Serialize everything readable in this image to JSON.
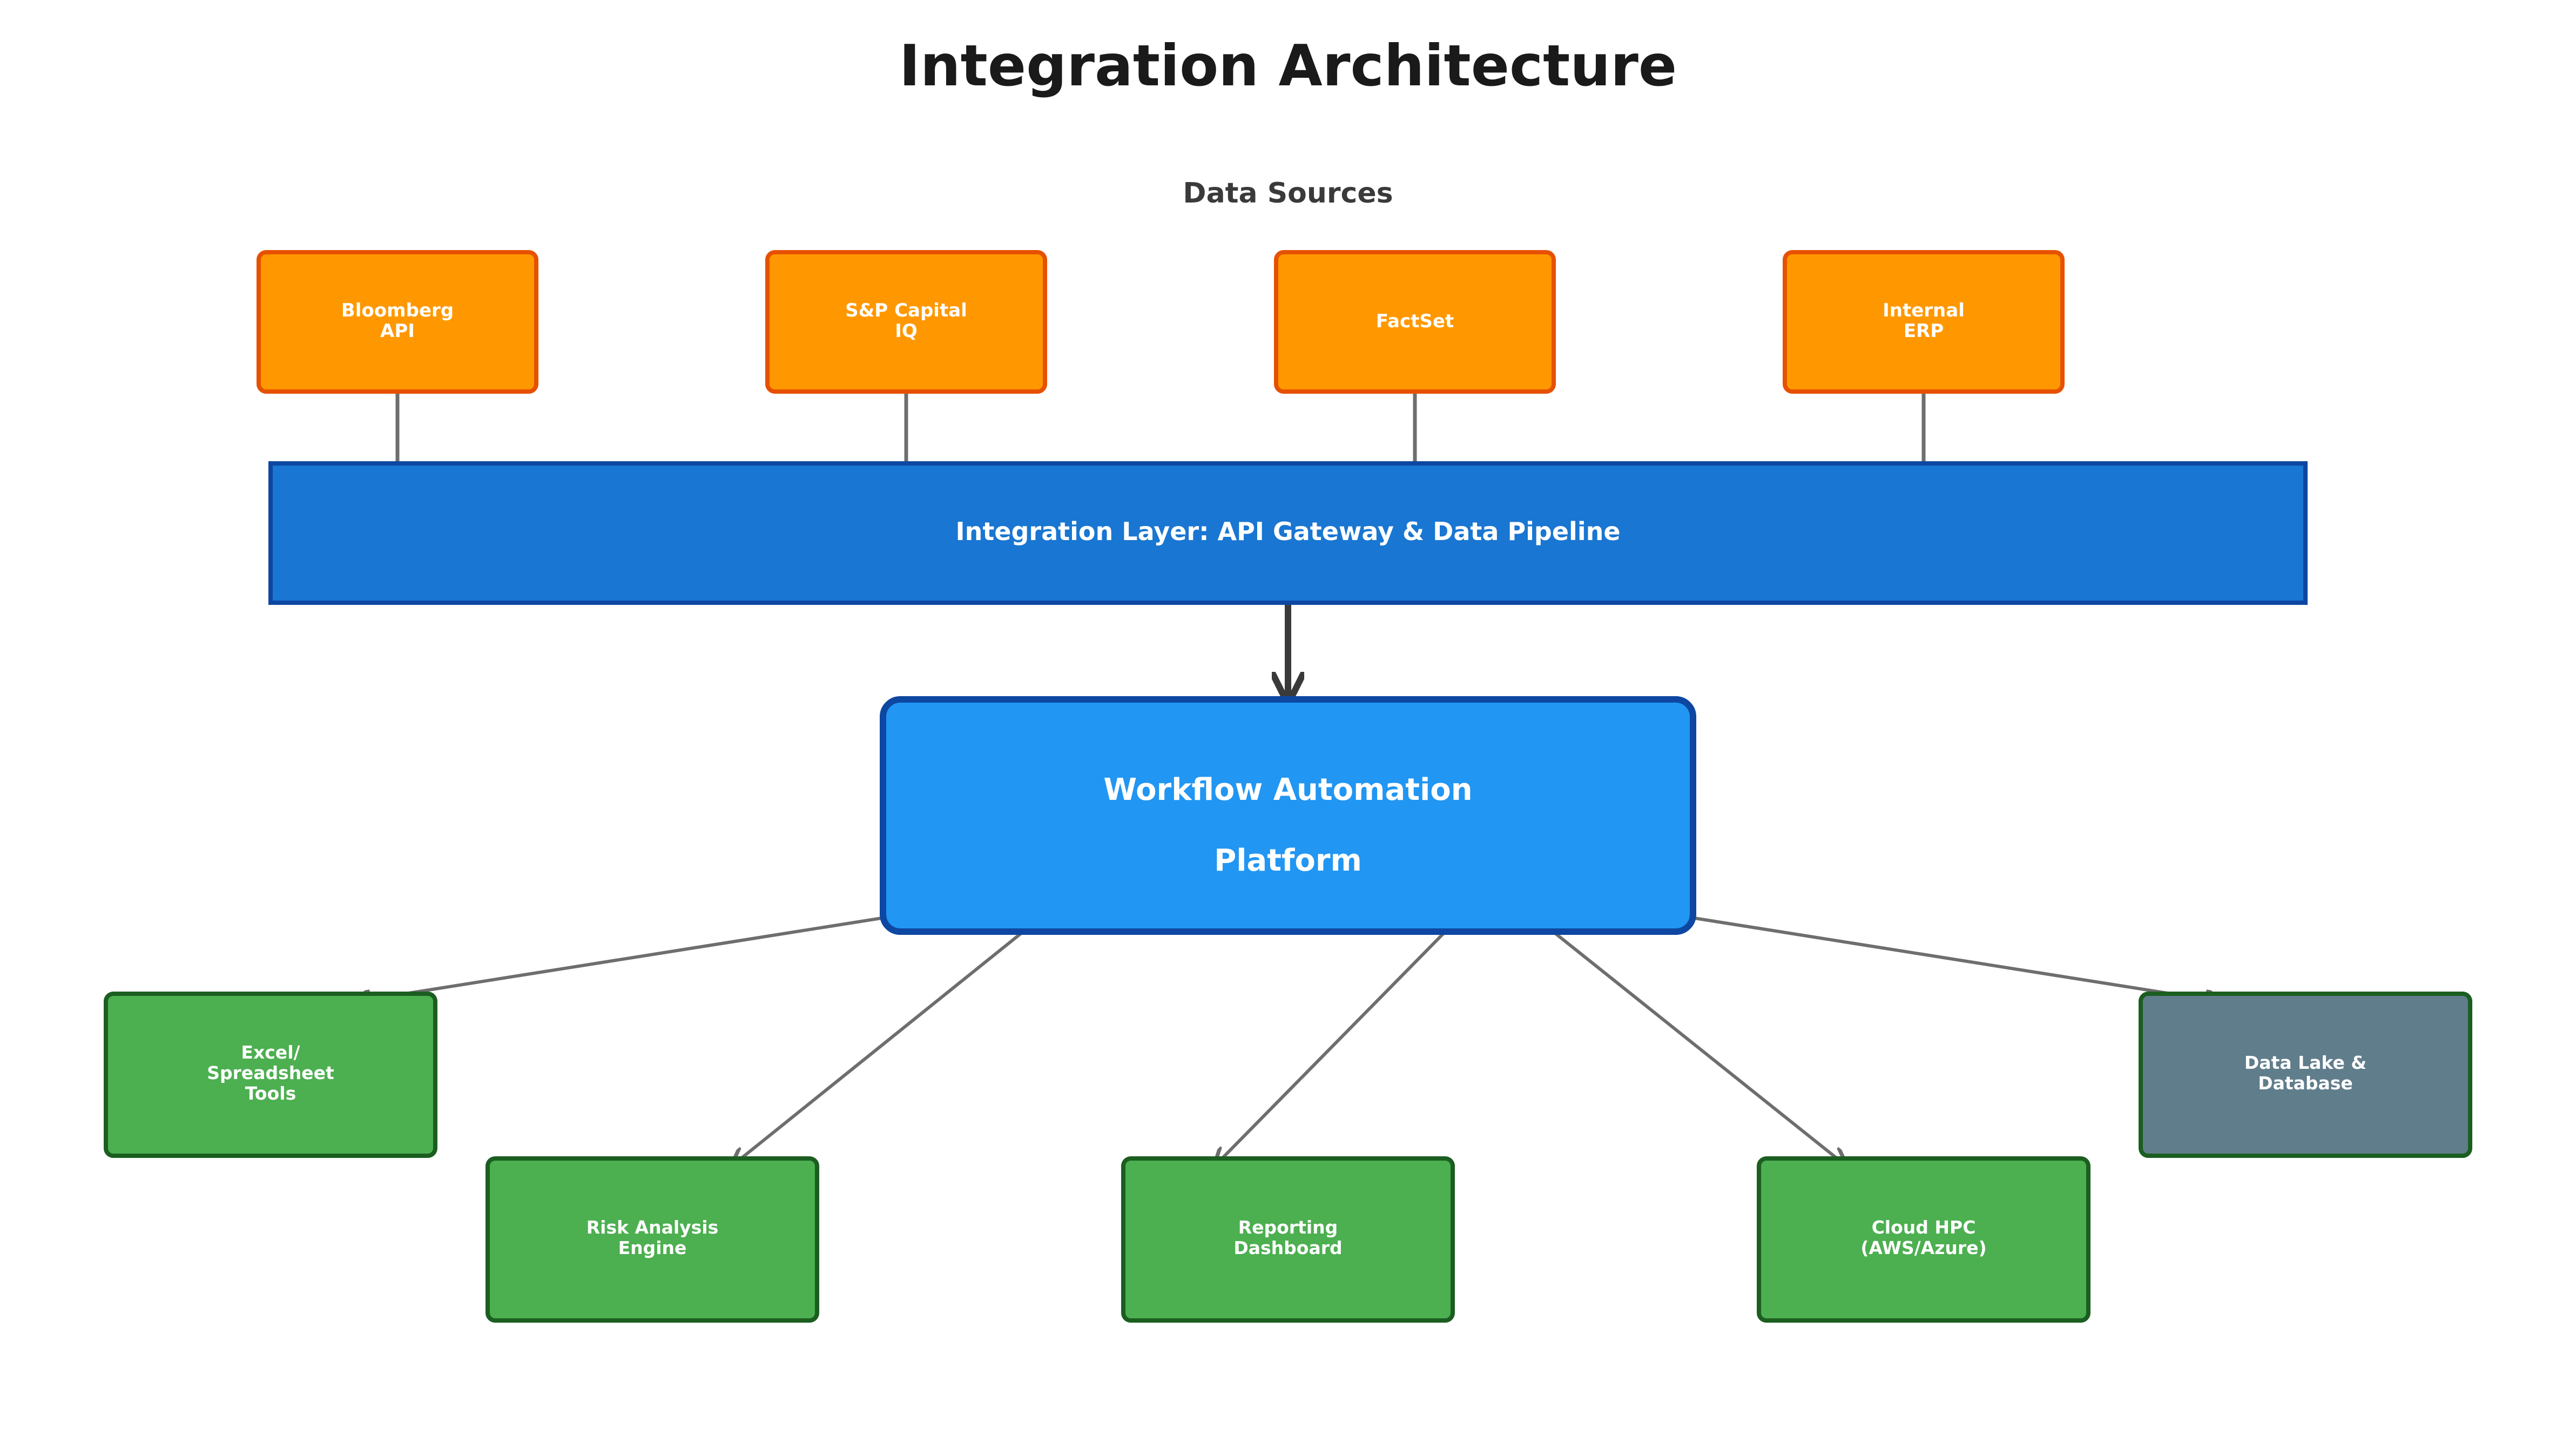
{
  "title": "Integration Architecture",
  "data_sources_label": "Data Sources",
  "sources": [
    {
      "lines": [
        "Bloomberg",
        "API"
      ]
    },
    {
      "lines": [
        "S&P Capital",
        "IQ"
      ]
    },
    {
      "lines": [
        "FactSet"
      ]
    },
    {
      "lines": [
        "Internal",
        "ERP"
      ]
    }
  ],
  "integration_layer": "Integration Layer: API Gateway & Data Pipeline",
  "platform": {
    "lines": [
      "Workflow Automation",
      "Platform"
    ]
  },
  "tools": [
    {
      "lines": [
        "Excel/",
        "Spreadsheet",
        "Tools"
      ],
      "color": "#4caf50"
    },
    {
      "lines": [
        "Risk Analysis",
        "Engine"
      ],
      "color": "#4caf50"
    },
    {
      "lines": [
        "Reporting",
        "Dashboard"
      ],
      "color": "#4caf50"
    },
    {
      "lines": [
        "Cloud HPC",
        "(AWS/Azure)"
      ],
      "color": "#4caf50"
    },
    {
      "lines": [
        "Data Lake &",
        "Database"
      ],
      "color": "#607d8b"
    }
  ],
  "colors": {
    "source_fill": "#ff9800",
    "source_border": "#e65100",
    "layer_fill": "#1976d2",
    "layer_border": "#0d47a1",
    "platform_fill": "#2196f3",
    "platform_border": "#0d47a1",
    "tool_border": "#1b5e20",
    "connector": "#6e6e6e",
    "main_arrow": "#3a3a3a"
  }
}
